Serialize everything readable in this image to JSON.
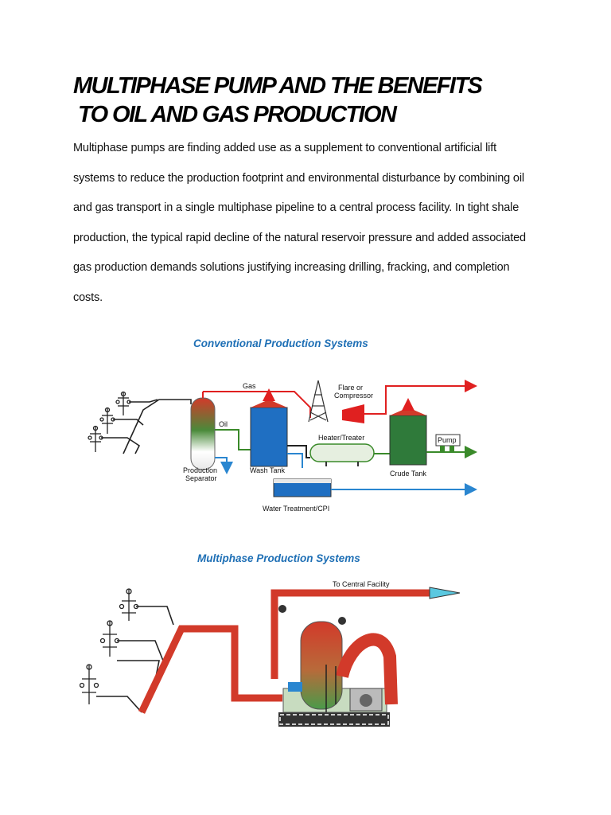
{
  "document": {
    "title_line1": "MULTIPHASE PUMP AND THE BENEFITS",
    "title_line2": "TO OIL AND GAS PRODUCTION",
    "paragraph_lines": [
      "Multiphase pumps are finding added use as a supplement to conventional artificial lift",
      "systems to reduce the production footprint and environmental disturbance by combining oil",
      "and gas transport in a single multiphase pipeline to a central process facility. In tight shale",
      "production, the typical rapid decline of the natural reservoir pressure and added associated",
      "gas production demands solutions justifying increasing drilling, fracking, and completion",
      "costs."
    ]
  },
  "figure1": {
    "title": "Conventional Production Systems",
    "labels": {
      "gas": "Gas",
      "flare": "Flare or",
      "compressor": "Compressor",
      "oil": "Oil",
      "heater": "Heater/Treater",
      "pump": "Pump",
      "separator1": "Production",
      "separator2": "Separator",
      "wash_tank": "Wash Tank",
      "crude_tank": "Crude Tank",
      "water": "Water Treatment/CPI"
    }
  },
  "figure2": {
    "title": "Multiphase Production Systems",
    "labels": {
      "central": "To Central Facility"
    }
  },
  "colors": {
    "figure_title": "#1e6fb5",
    "gas_line": "#e02020",
    "oil_line": "#3a8a2a",
    "water_line": "#2a86d0",
    "tank_blue": "#1f6fc2",
    "tank_green": "#2f7a3a"
  }
}
